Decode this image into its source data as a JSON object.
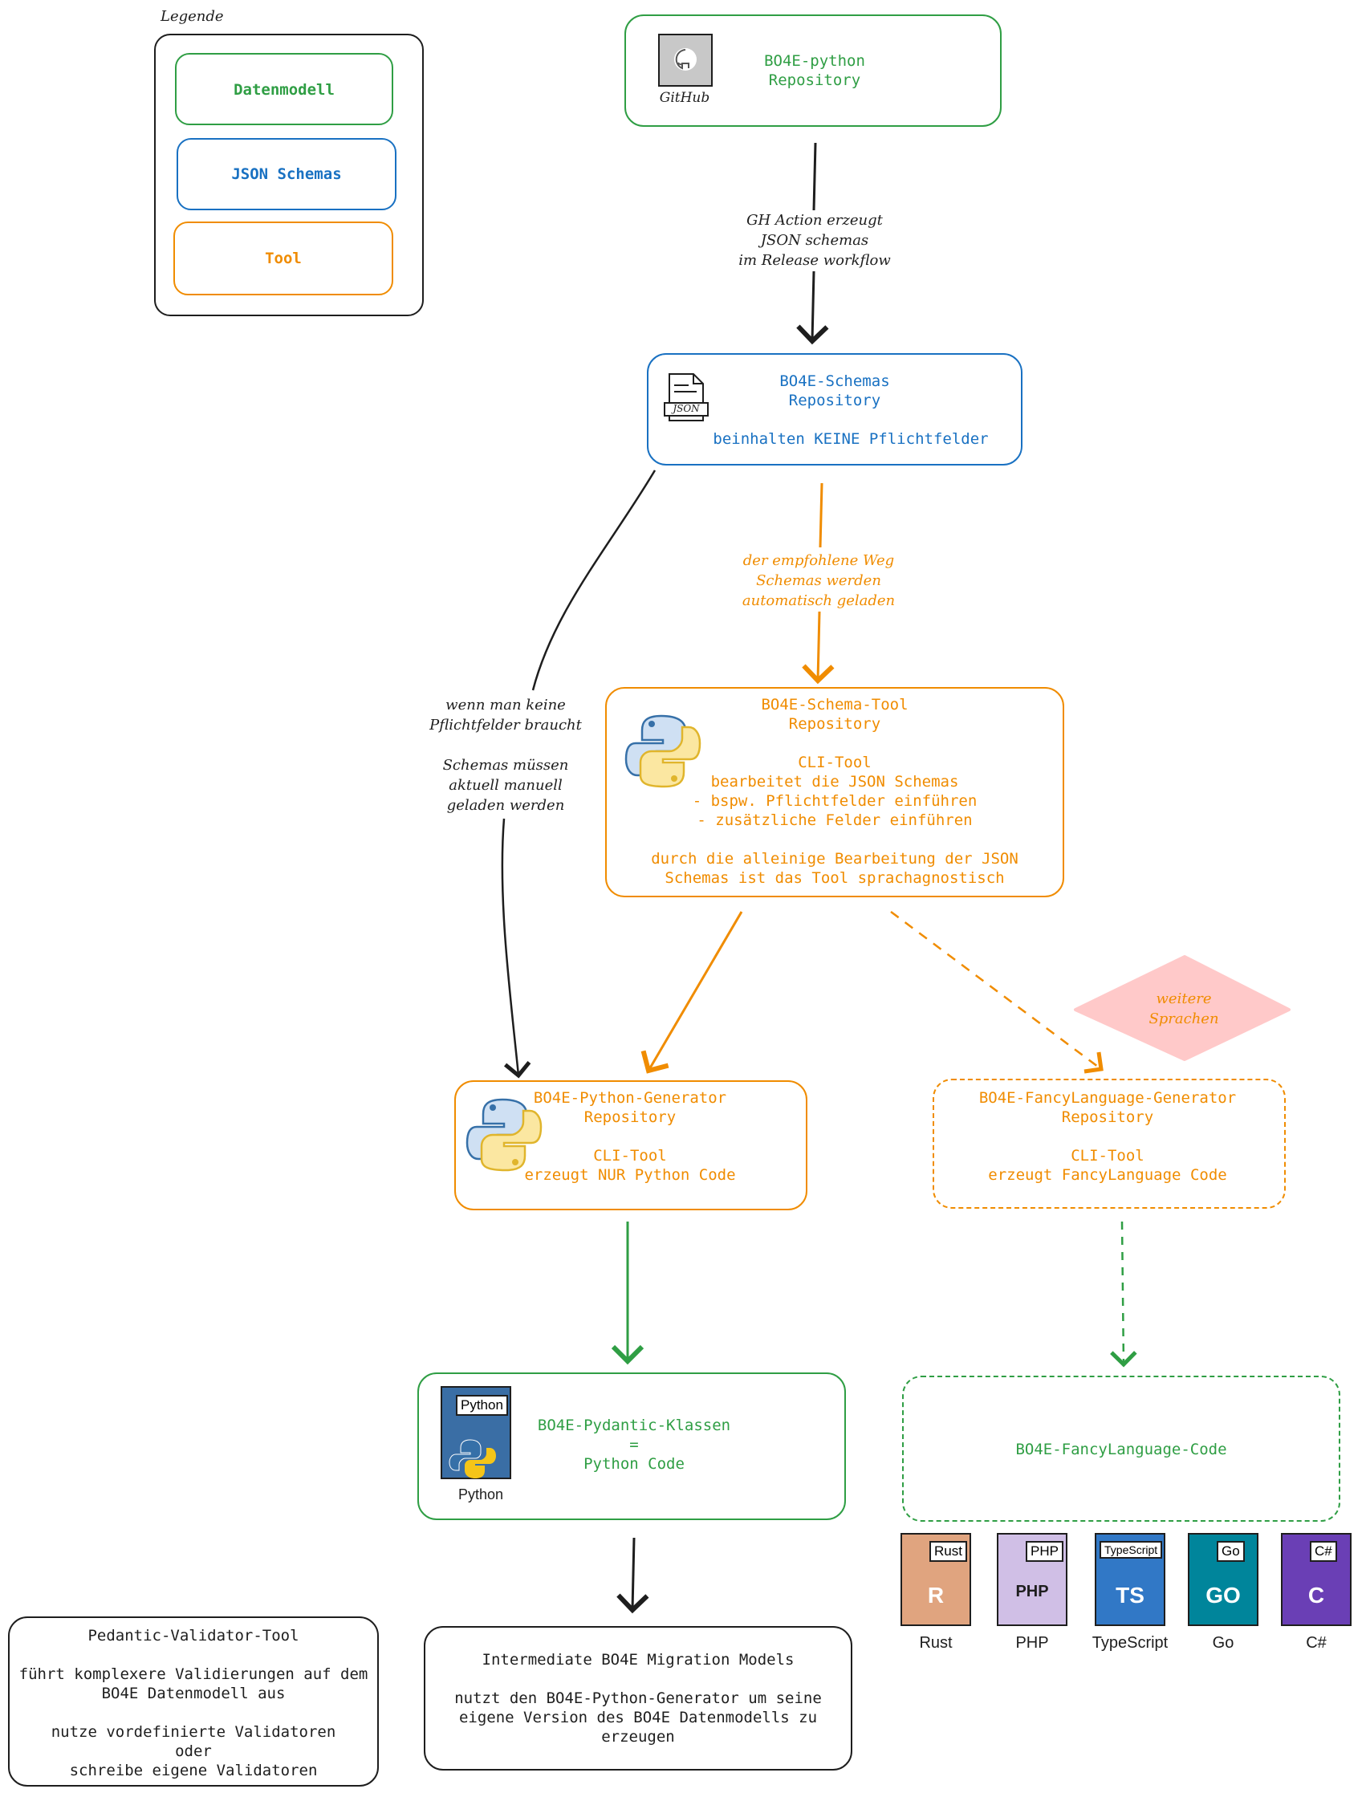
{
  "legend": {
    "title": "Legende",
    "items": [
      "Datenmodell",
      "JSON Schemas",
      "Tool"
    ]
  },
  "nodes": {
    "python_repo": {
      "title": "BO4E-python\nRepository",
      "icon_label": "GitHub",
      "icon": "github-icon"
    },
    "schemas_repo": {
      "title": "BO4E-Schemas\nRepository",
      "subtitle": "beinhalten KEINE Pflichtfelder",
      "icon_label": "JSON",
      "icon": "json-file-icon"
    },
    "schema_tool": {
      "text": "BO4E-Schema-Tool\nRepository\n\nCLI-Tool\nbearbeitet die JSON Schemas\n- bspw. Pflichtfelder einführen\n- zusätzliche Felder einführen\n\ndurch die alleinige Bearbeitung der JSON\nSchemas ist das Tool sprachagnostisch",
      "icon": "python-logo-icon"
    },
    "python_generator": {
      "text": "BO4E-Python-Generator\nRepository\n\nCLI-Tool\nerzeugt NUR Python Code",
      "icon": "python-logo-icon"
    },
    "fancy_generator": {
      "text": "BO4E-FancyLanguage-Generator\nRepository\n\nCLI-Tool\nerzeugt FancyLanguage Code"
    },
    "pydantic": {
      "text": "BO4E-Pydantic-Klassen\n=\nPython Code",
      "icon_tag": "Python",
      "icon_label": "Python",
      "icon": "python-file-icon"
    },
    "fancy_code": {
      "text": "BO4E-FancyLanguage-Code"
    },
    "pedantic": {
      "text": "Pedantic-Validator-Tool\n\nführt komplexere Validierungen auf dem\nBO4E Datenmodell aus\n\nnutze vordefinierte Validatoren\noder\nschreibe eigene Validatoren"
    },
    "migration": {
      "text": "Intermediate BO4E Migration Models\n\nnutzt den BO4E-Python-Generator um seine\neigene Version des BO4E Datenmodells zu\nerzeugen"
    },
    "more_languages": {
      "text": "weitere\nSprachen"
    }
  },
  "edge_labels": {
    "gh_action": "GH Action erzeugt\nJSON schemas\nim Release workflow",
    "recommended": "der empfohlene Weg\nSchemas werden\nautomatisch geladen",
    "manual": "wenn man keine\nPflichtfelder braucht\n\nSchemas müssen\naktuell manuell\ngeladen werden"
  },
  "languages": [
    {
      "name": "Rust",
      "tag": "Rust",
      "color": "#e0a47f",
      "icon": "rust-icon",
      "glyph": "R"
    },
    {
      "name": "PHP",
      "tag": "PHP",
      "color": "#d0bfe6",
      "icon": "php-icon",
      "glyph": "PHP"
    },
    {
      "name": "TypeScript",
      "tag": "TypeScript",
      "color": "#3178c6",
      "icon": "typescript-icon",
      "glyph": "TS"
    },
    {
      "name": "Go",
      "tag": "Go",
      "color": "#00859b",
      "icon": "go-icon",
      "glyph": "GO"
    },
    {
      "name": "C#",
      "tag": "C#",
      "color": "#6a3fb5",
      "icon": "csharp-icon",
      "glyph": "C"
    }
  ],
  "colors": {
    "green": "#2f9e44",
    "blue": "#1971c2",
    "orange": "#f08c00",
    "black": "#1e1e1e",
    "diamond_fill": "#ffc9c9"
  }
}
